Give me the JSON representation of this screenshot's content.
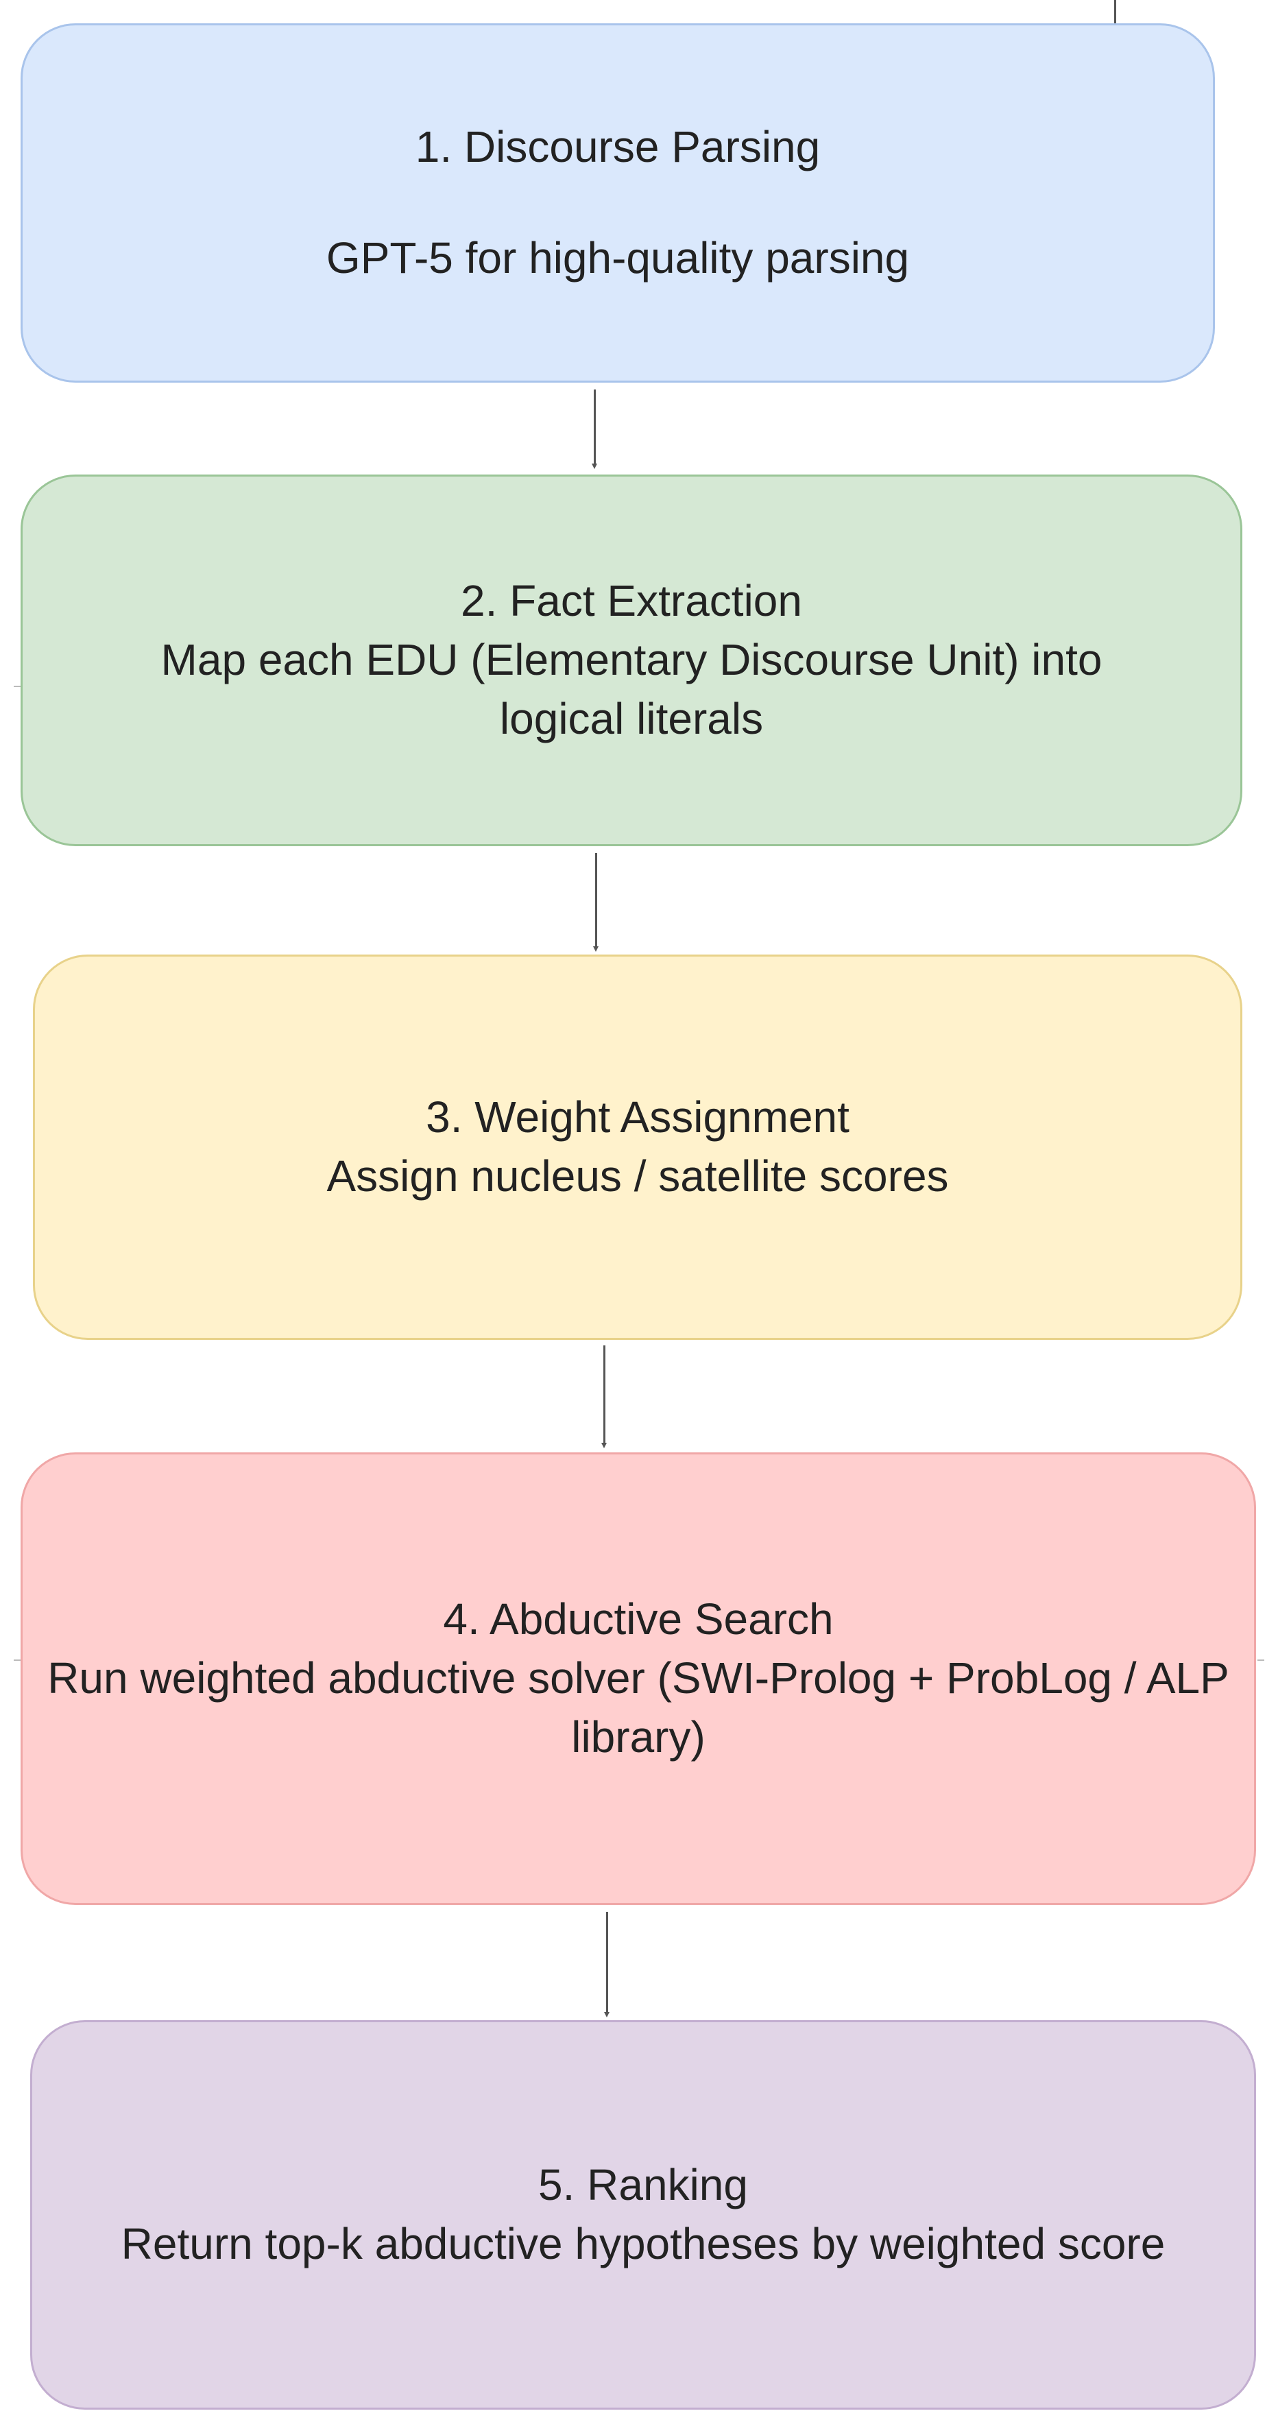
{
  "steps": [
    {
      "title": "1. Discourse Parsing",
      "description": "GPT-5 for high-quality parsing",
      "fill": "#dae8fc",
      "stroke": "#a9c4eb"
    },
    {
      "title": "2. Fact Extraction",
      "description": "Map each EDU (Elementary Discourse Unit) into logical literals",
      "fill": "#d5e8d4",
      "stroke": "#9ac597"
    },
    {
      "title": "3. Weight Assignment",
      "description": "Assign nucleus / satellite scores",
      "fill": "#fff2cc",
      "stroke": "#e8d28a"
    },
    {
      "title": "4. Abductive Search",
      "description": "Run weighted abductive solver (SWI-Prolog + ProbLog / ALP library)",
      "fill": "#ffcfcf",
      "stroke": "#f0a7a7"
    },
    {
      "title": "5. Ranking",
      "description": "Return top-k abductive hypotheses by weighted score",
      "fill": "#e1d5e7",
      "stroke": "#c3aed0"
    }
  ]
}
